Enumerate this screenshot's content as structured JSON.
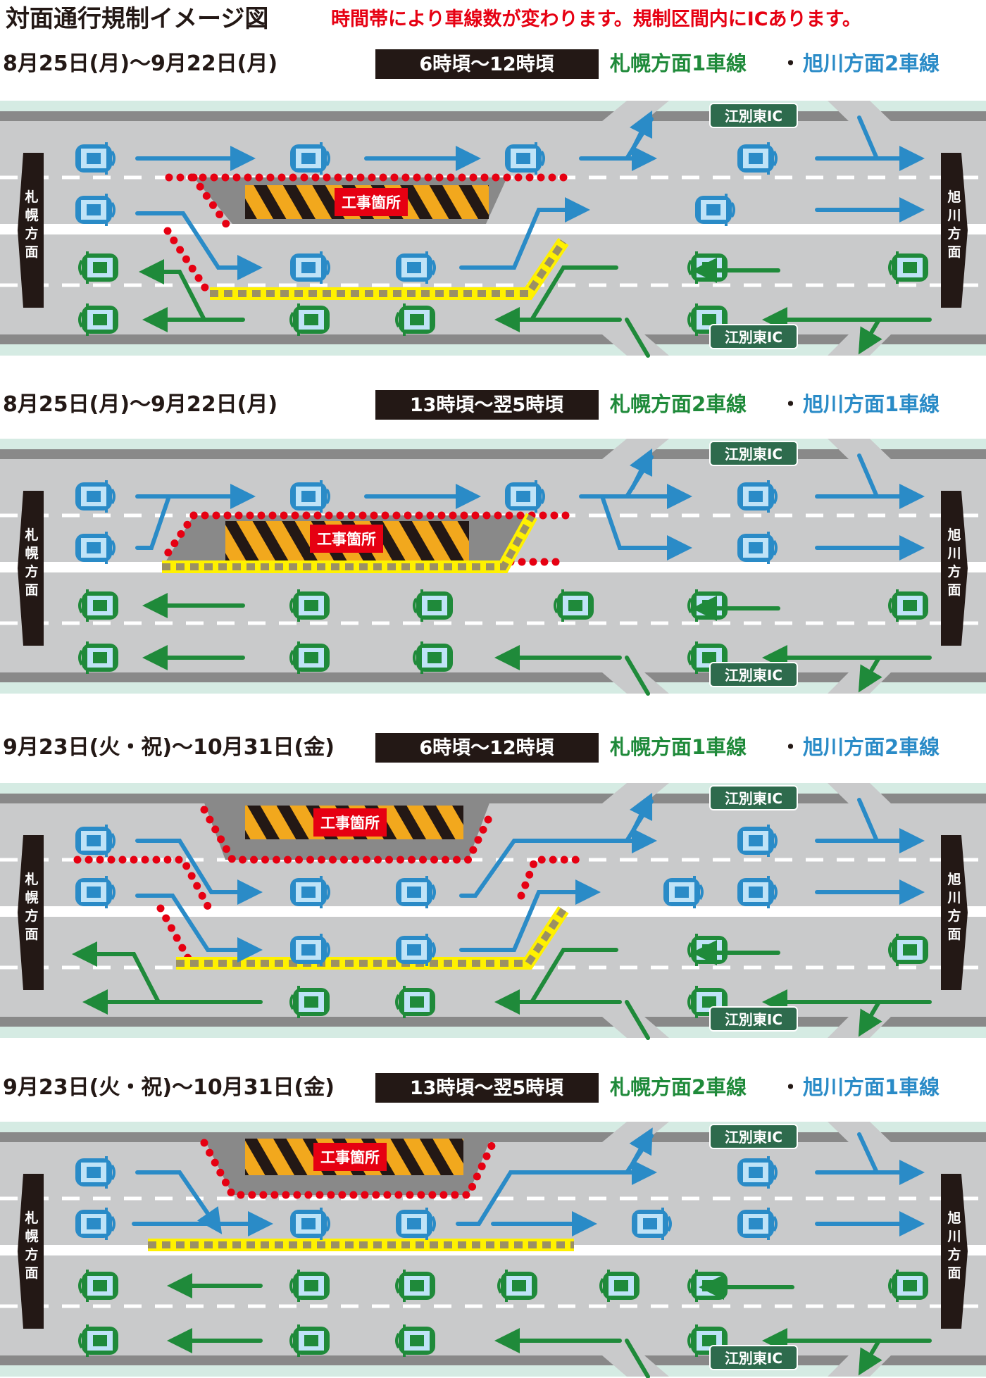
{
  "header": {
    "title": "対面通行規制イメージ図",
    "subtitle": "時間帯により車線数が変わります。規制区間内にICあります。"
  },
  "colors": {
    "title": "#231815",
    "subtitle": "#e60012",
    "sapporo_green": "#1f8a3a",
    "asahikawa_blue": "#2a8bc7",
    "road": "#c9cacb",
    "road_edge": "#898989",
    "verge": "#d5ebe3",
    "time_badge": "#231815",
    "construction_red": "#e60012",
    "hazard_yellow": "#f2a81d",
    "barrier_yellow": "#fff100",
    "ic_sign": "#2e6b4d"
  },
  "labels": {
    "sapporo_direction": "札幌方面",
    "asahikawa_direction": "旭川方面",
    "construction": "工事箇所",
    "ic_name": "江別東IC",
    "separator": "・"
  },
  "panels": [
    {
      "date_range": "8月25日(月)～9月22日(月)",
      "time": "6時頃～12時頃",
      "sapporo_lanes": "札幌方面1車線",
      "asahikawa_lanes": "旭川方面2車線"
    },
    {
      "date_range": "8月25日(月)～9月22日(月)",
      "time": "13時頃～翌5時頃",
      "sapporo_lanes": "札幌方面2車線",
      "asahikawa_lanes": "旭川方面1車線"
    },
    {
      "date_range": "9月23日(火・祝)～10月31日(金)",
      "time": "6時頃～12時頃",
      "sapporo_lanes": "札幌方面1車線",
      "asahikawa_lanes": "旭川方面2車線"
    },
    {
      "date_range": "9月23日(火・祝)～10月31日(金)",
      "time": "13時頃～翌5時頃",
      "sapporo_lanes": "札幌方面2車線",
      "asahikawa_lanes": "旭川方面1車線"
    }
  ]
}
